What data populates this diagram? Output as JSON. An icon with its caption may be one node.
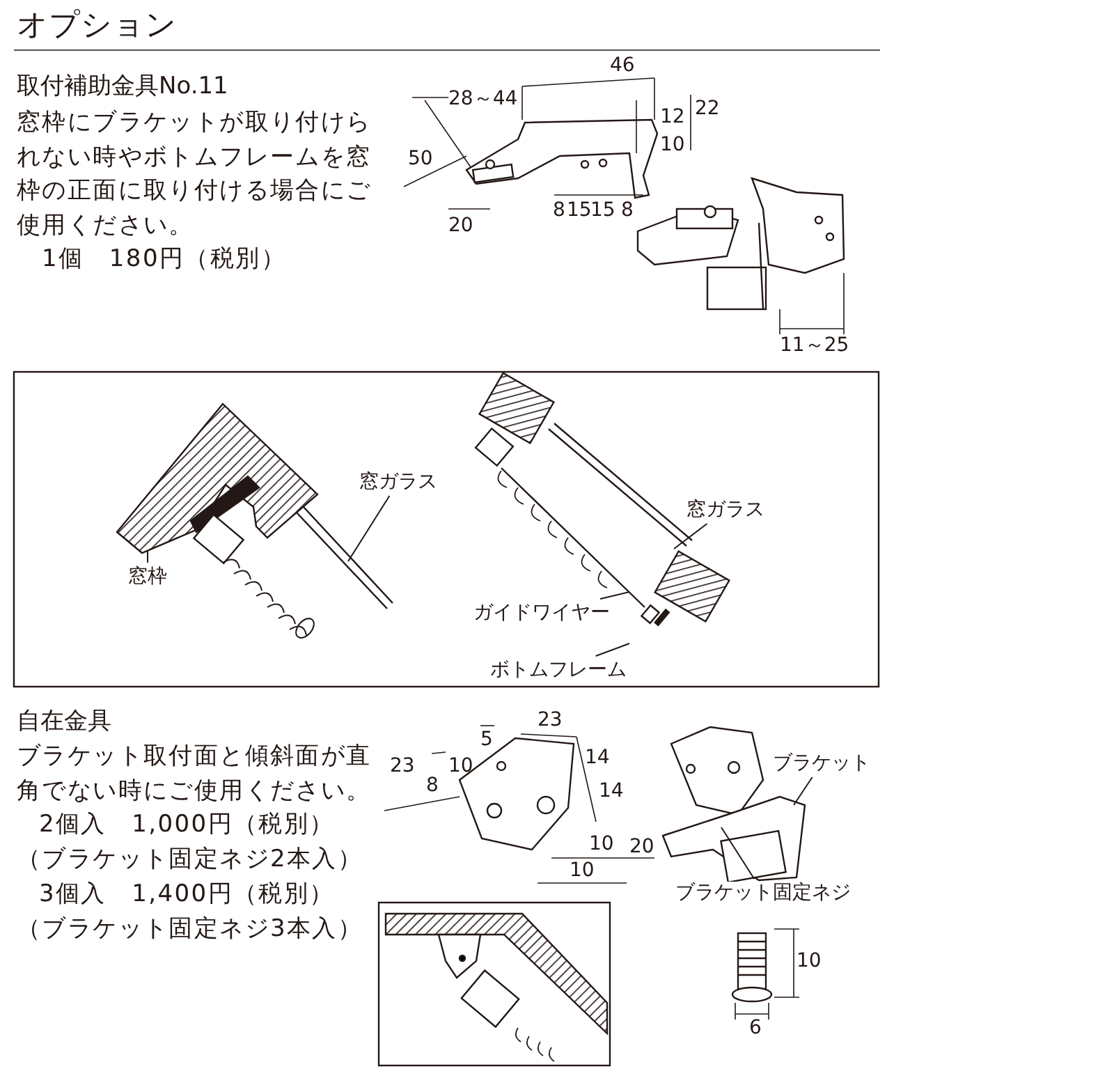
{
  "diagram": {
    "title": "オプション",
    "nodes": [
      {
        "text": [
          "窓ガラス"
        ]
      },
      {
        "text": [
          "窓枠"
        ]
      },
      {
        "text": [
          "窓ガラス"
        ]
      },
      {
        "text": [
          "ガイドワイヤー"
        ]
      },
      {
        "text": [
          "ボトムフレーム"
        ]
      },
      {
        "text": [
          "ブラケット"
        ]
      },
      {
        "text": [
          "ブラケット固定ネジ"
        ]
      },
      {
        "text": [],
        "shape": "picture"
      }
    ],
    "edges": [
      {
        "from": 0,
        "to": 7,
        "arrow": "none"
      },
      {
        "from": 1,
        "to": null,
        "arrow": "none"
      },
      {
        "from": 2,
        "to": null,
        "arrow": "none"
      },
      {
        "from": 3,
        "to": null,
        "arrow": "none"
      },
      {
        "from": 4,
        "to": null,
        "arrow": "none"
      },
      {
        "from": 5,
        "to": null,
        "arrow": "none"
      },
      {
        "from": 6,
        "to": null,
        "arrow": "none"
      }
    ],
    "labels": [
      "取付補助金具No.11",
      "窓枠にブラケットが取り付けられない時やボトムフレームを窓枠の正面に取り付ける場合にご使用ください。",
      "1個　180円（税別）",
      "46",
      "28～44",
      "12",
      "22",
      "10",
      "50",
      "8",
      "15",
      "15",
      "8",
      "20",
      "11～25",
      "自在金具",
      "ブラケット取付面と傾斜面が直角でない時にご使用ください。",
      "2個入　1,000円（税別）",
      "（ブラケット固定ネジ2本入）",
      "3個入　1,400円（税別）",
      "（ブラケット固定ネジ3本入）",
      "5",
      "23",
      "23",
      "10",
      "8",
      "14",
      "14",
      "10",
      "20",
      "10",
      "10",
      "6"
    ]
  }
}
